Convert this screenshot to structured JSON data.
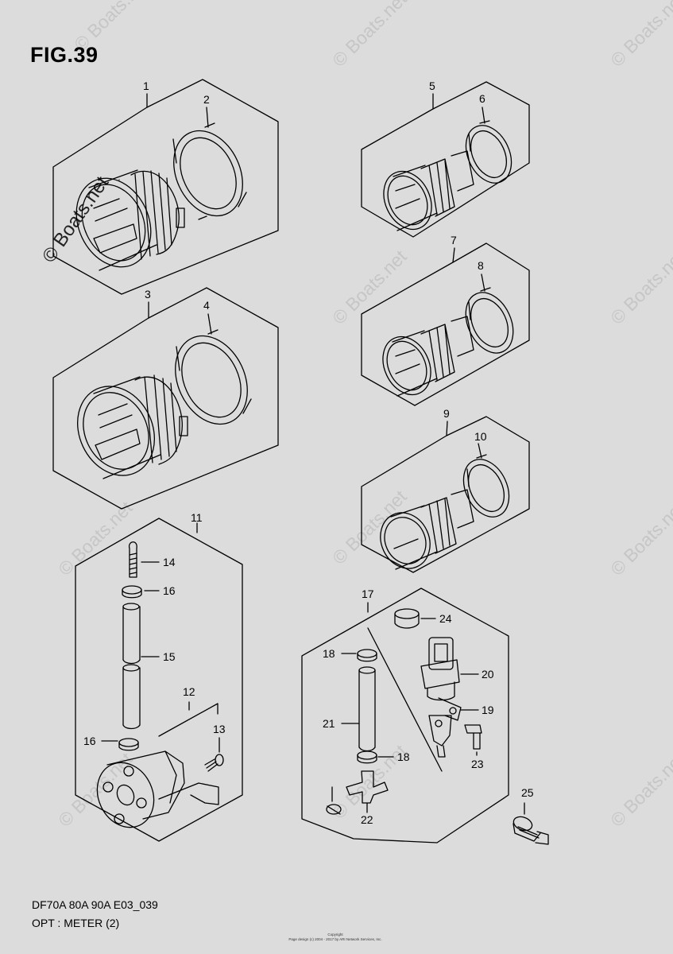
{
  "figure": {
    "title": "FIG.39",
    "model_code": "DF70A 80A 90A E03_039",
    "category": "OPT : METER (2)"
  },
  "copyright": {
    "line1": "Copyright",
    "line2": "Page design (c) 2004 - 2017 by ARI Network Services, Inc."
  },
  "watermark": {
    "text": "© Boats.net"
  },
  "part_labels": [
    "1",
    "2",
    "3",
    "4",
    "5",
    "6",
    "7",
    "8",
    "9",
    "10",
    "11",
    "12",
    "13",
    "14",
    "15",
    "16",
    "16",
    "17",
    "18",
    "18",
    "19",
    "20",
    "21",
    "22",
    "23",
    "24",
    "25"
  ],
  "colors": {
    "background": "#dcdcdc",
    "line": "#000000",
    "watermark": "#c6c6c6"
  }
}
